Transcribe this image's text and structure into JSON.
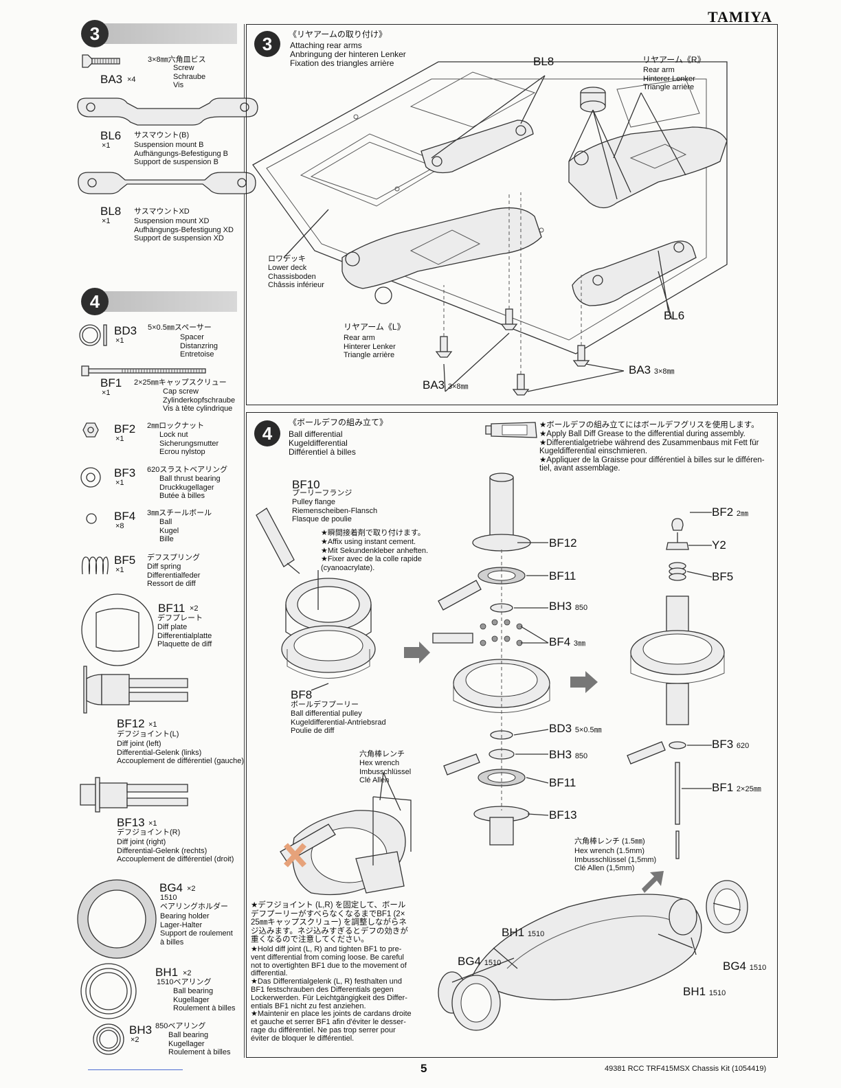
{
  "header": {
    "brand": "TAMIYA"
  },
  "footer": {
    "page_number": "5",
    "kit_info": "49381  RCC TRF415MSX Chassis Kit (1054419)"
  },
  "parts_step3": {
    "step_number": "3",
    "ba3": {
      "code": "BA3",
      "qty": "×4",
      "jp": "3×8㎜六角皿ビス",
      "names": "Screw\nSchraube\nVis"
    },
    "bl6": {
      "code": "BL6",
      "qty": "×1",
      "jp": "サスマウント(B)",
      "names": "Suspension mount B\nAufhängungs-Befestigung B\nSupport de suspension B"
    },
    "bl8": {
      "code": "BL8",
      "qty": "×1",
      "jp": "サスマウントXD",
      "names": "Suspension mount XD\nAufhängungs-Befestigung XD\nSupport de suspension XD"
    }
  },
  "parts_step4": {
    "step_number": "4",
    "bd3": {
      "code": "BD3",
      "qty": "×1",
      "jp": "5×0.5㎜スペーサー",
      "names": "Spacer\nDistanzring\nEntretoise"
    },
    "bf1": {
      "code": "BF1",
      "qty": "×1",
      "jp": "2×25㎜キャップスクリュー",
      "names": "Cap screw\nZylinderkopfschraube\nVis à tête cylindrique"
    },
    "bf2": {
      "code": "BF2",
      "qty": "×1",
      "jp": "2㎜ロックナット",
      "names": "Lock nut\nSicherungsmutter\nEcrou nylstop"
    },
    "bf3": {
      "code": "BF3",
      "qty": "×1",
      "jp": "620スラストベアリング",
      "names": "Ball thrust bearing\nDruckkugellager\nButée à billes"
    },
    "bf4": {
      "code": "BF4",
      "qty": "×8",
      "jp": "3㎜スチールボール",
      "names": "Ball\nKugel\nBille"
    },
    "bf5": {
      "code": "BF5",
      "qty": "×1",
      "jp": "デフスプリング",
      "names": "Diff spring\nDifferentialfeder\nRessort de diff"
    },
    "bf11": {
      "code": "BF11",
      "qty": "×2",
      "jp": "デフプレート",
      "names": "Diff plate\nDifferentialplatte\nPlaquette de diff"
    },
    "bf12": {
      "code": "BF12",
      "qty": "×1",
      "jp": "デフジョイント(L)",
      "names": "Diff joint (left)\nDifferential-Gelenk (links)\nAccouplement de différentiel (gauche)"
    },
    "bf13": {
      "code": "BF13",
      "qty": "×1",
      "jp": "デフジョイント(R)",
      "names": "Diff joint (right)\nDifferential-Gelenk (rechts)\nAccouplement de différentiel (droit)"
    },
    "bg4": {
      "code": "BG4",
      "qty": "×2",
      "sub": "1510",
      "jp": "ベアリングホルダー",
      "names": "Bearing holder\nLager-Halter\nSupport de roulement\nà billes"
    },
    "bh1": {
      "code": "BH1",
      "qty": "×2",
      "jp": "1510ベアリング",
      "names": "Ball bearing\nKugellager\nRoulement à billes"
    },
    "bh3": {
      "code": "BH3",
      "qty": "×2",
      "jp": "850ベアリング",
      "names": "Ball bearing\nKugellager\nRoulement à billes"
    }
  },
  "step3": {
    "number": "3",
    "title_jp": "《リヤアームの取り付け》",
    "title_names": "Attaching rear arms\nAnbringung der hinteren Lenker\nFixation des triangles arrière",
    "label_bl8": "BL8",
    "label_bl6": "BL6",
    "rear_arm_r_jp": "リヤアーム《R》",
    "rear_arm_r": "Rear arm\nHinterer Lenker\nTriangle arrière",
    "rear_arm_l_jp": "リヤアーム《L》",
    "rear_arm_l": "Rear arm\nHinterer Lenker\nTriangle arrière",
    "lower_deck_jp": "ロワデッキ",
    "lower_deck": "Lower deck\nChassisboden\nChâssis inférieur",
    "ba3_left": "BA3",
    "ba3_left_size": "3×8㎜",
    "ba3_right": "BA3",
    "ba3_right_size": "3×8㎜"
  },
  "step4": {
    "number": "4",
    "title_jp": "《ボールデフの組み立て》",
    "title_names": "Ball differential\nKugeldifferential\nDifférentiel à billes",
    "grease_note_jp": "★ボールデフの組み立てにはボールデフグリスを使用します。",
    "grease_note": "★Apply Ball Diff Grease to the differential during assembly.\n★Differentialgetriebe während des Zusammenbaus mit Fett für\nKugeldifferential einschmieren.\n★Appliquer de la Graisse pour différentiel à billes sur le différen-\ntiel, avant assemblage.",
    "bf10_code": "BF10",
    "bf10_jp": "プーリーフランジ",
    "bf10_names": "Pulley flange\nRiemenscheiben-Flansch\nFlasque de poulie",
    "cement_jp": "★瞬間接着剤で取り付けます。",
    "cement_note": "★Affix using instant cement.\n★Mit Sekundenkleber anheften.\n★Fixer avec de la colle rapide\n(cyanoacrylate).",
    "bf8_code": "BF8",
    "bf8_jp": "ボールデフプーリー",
    "bf8_names": "Ball differential pulley\nKugeldifferential-Antriebsrad\nPoulie de diff",
    "hex_jp": "六角棒レンチ",
    "hex_names": "Hex wrench\nImbusschlüssel\nClé Allen",
    "callouts": {
      "bf12": "BF12",
      "bf11a": "BF11",
      "bh3a": "BH3",
      "bh3a_sub": "850",
      "bf4": "BF4",
      "bf4_sub": "3㎜",
      "bd3": "BD3",
      "bd3_sub": "5×0.5㎜",
      "bh3b": "BH3",
      "bh3b_sub": "850",
      "bf11b": "BF11",
      "bf13": "BF13",
      "bf2": "BF2",
      "bf2_sub": "2㎜",
      "y2": "Y2",
      "bf5": "BF5",
      "bf3": "BF3",
      "bf3_sub": "620",
      "bf1": "BF1",
      "bf1_sub": "2×25㎜",
      "bh1a": "BH1",
      "bh1a_sub": "1510",
      "bg4a": "BG4",
      "bg4a_sub": "1510",
      "bg4b": "BG4",
      "bg4b_sub": "1510",
      "bh1b": "BH1",
      "bh1b_sub": "1510"
    },
    "hex15_jp": "六角棒レンチ (1.5㎜)",
    "hex15_names": "Hex wrench (1.5mm)\nImbusschlüssel (1,5mm)\nClé Allen (1,5mm)",
    "tighten_note_jp": "★デフジョイント (L,R) を固定して、ボール\nデフプーリーがすべらなくなるまでBF1 (2×\n25㎜キャップスクリュー) を調整しながらネ\nジ込みます。ネジ込みすぎるとデフの効きが\n重くなるので注意してください。",
    "tighten_note": "★Hold diff joint (L, R) and tighten BF1 to pre-\nvent differential from coming loose. Be careful\nnot to overtighten BF1 due to the movement of\ndifferential.\n★Das Differentialgelenk (L, R) festhalten und\nBF1 festschrauben des Differentials gegen\nLockerwerden. Für Leichtgängigkeit des Differ-\nentials BF1 nicht zu fest anziehen.\n★Maintenir en place les joints de cardans droite\net gauche et serrer BF1 afin d'éviter le desser-\nrage du différentiel. Ne pas trop serrer pour\néviter de bloquer le différentiel."
  }
}
